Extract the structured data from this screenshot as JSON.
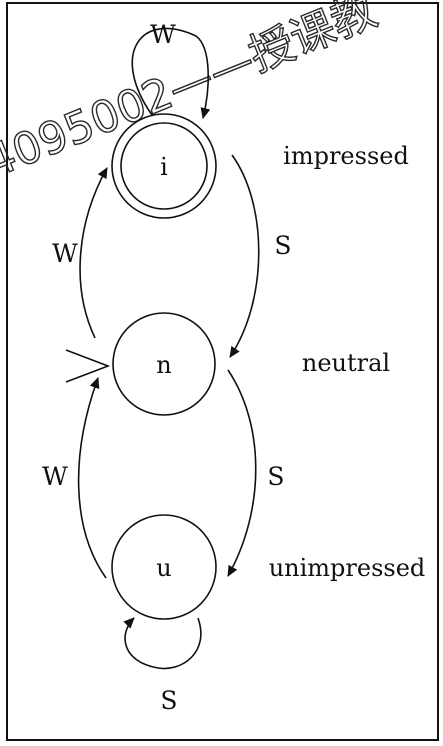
{
  "states": [
    {
      "id": "i",
      "letter": "i",
      "name": "impressed",
      "accepting": true
    },
    {
      "id": "n",
      "letter": "n",
      "name": "neutral",
      "initial": true
    },
    {
      "id": "u",
      "letter": "u",
      "name": "unimpressed"
    }
  ],
  "transitions": [
    {
      "from": "i",
      "to": "i",
      "label": "W"
    },
    {
      "from": "i",
      "to": "n",
      "label": "S"
    },
    {
      "from": "n",
      "to": "i",
      "label": "W"
    },
    {
      "from": "n",
      "to": "u",
      "label": "S"
    },
    {
      "from": "u",
      "to": "n",
      "label": "W"
    },
    {
      "from": "u",
      "to": "u",
      "label": "S"
    }
  ],
  "watermark": {
    "text": "4095002——授课教",
    "color": "#2a2a2a"
  },
  "colors": {
    "line": "#111111",
    "background": "#ffffff"
  }
}
